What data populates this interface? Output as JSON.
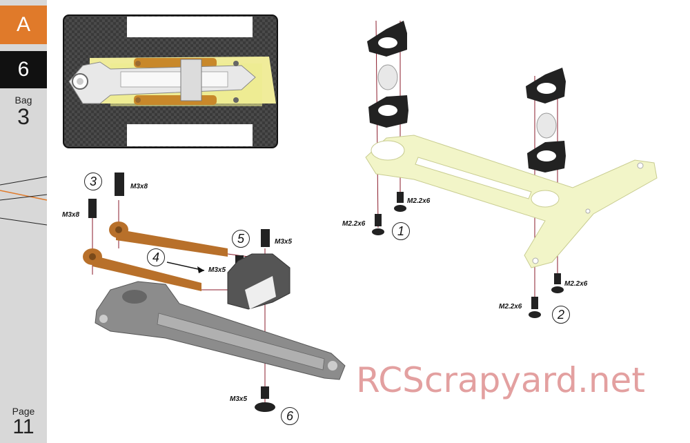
{
  "sidebar": {
    "section": "A",
    "step": "6",
    "bag_label": "Bag",
    "bag_number": "3",
    "page_label": "Page",
    "page_number": "11"
  },
  "labels": {
    "m3x8_a": "M3x8",
    "m3x8_b": "M3x8",
    "m3x5_a": "M3x5",
    "m3x5_b": "M3x5",
    "m3x5_c": "M3x5",
    "m22x6_a": "M2.2x6",
    "m22x6_b": "M2.2x6",
    "m22x6_c": "M2.2x6",
    "m22x6_d": "M2.2x6"
  },
  "steps": {
    "s1": "1",
    "s2": "2",
    "s3": "3",
    "s4": "4",
    "s5": "5",
    "s6": "6"
  },
  "watermark": "RCScrapyard.net",
  "colors": {
    "accent": "#e07a2a",
    "sidebar": "#d8d8d8",
    "plate": "#f2f5c8",
    "rod": "#b8702a",
    "carbon": "#3a3a3a"
  }
}
